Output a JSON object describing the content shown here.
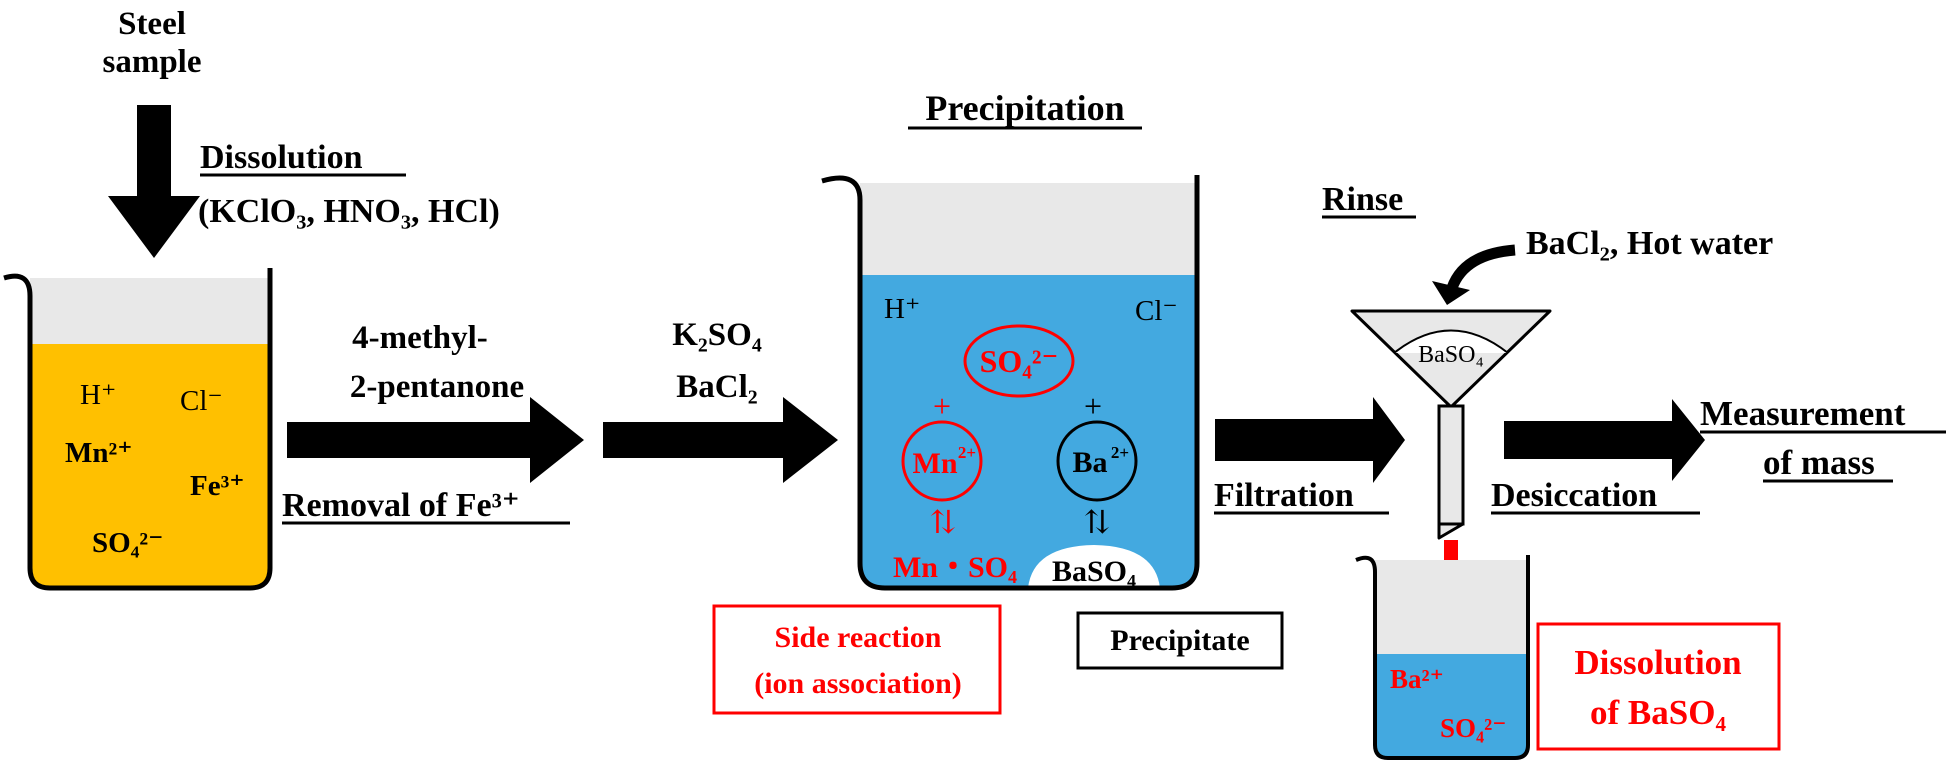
{
  "input": {
    "line1": "Steel",
    "line2": "sample"
  },
  "dissolution": {
    "title": "Dissolution",
    "reagents": "(KClO₃, HNO₃, HCl)"
  },
  "beaker1": {
    "ions": {
      "h": "H⁺",
      "cl": "Cl⁻",
      "mn": "Mn²⁺",
      "fe": "Fe³⁺",
      "so4": "SO₄²⁻"
    },
    "liquid_color": "#ffc000"
  },
  "step_removal": {
    "reagent_line1": "4-methyl-",
    "reagent_line2": "2-pentanone",
    "title": "Removal of Fe³⁺"
  },
  "step_add": {
    "line1": "K₂SO₄",
    "line2": "BaCl₂"
  },
  "precipitation": {
    "title": "Precipitation",
    "liquid_color": "#43a9e0",
    "ions": {
      "h": "H⁺",
      "cl": "Cl⁻",
      "so4": "SO₄²⁻",
      "plus": "+",
      "mn_base": "Mn",
      "mn_sup": "2+",
      "ba_base": "Ba",
      "ba_sup": "2+",
      "equilibrium": "⇅",
      "mn_so4": "Mn・SO₄",
      "baso4": "BaSO₄"
    },
    "side_reaction": {
      "line1": "Side reaction",
      "line2": "(ion association)"
    },
    "precipitate_label": "Precipitate"
  },
  "filtration": {
    "title": "Filtration"
  },
  "rinse": {
    "title": "Rinse",
    "reagents": "BaCl₂, Hot water",
    "funnel_label": "BaSO₄"
  },
  "filtrate": {
    "ba": "Ba²⁺",
    "so4": "SO₄²⁻"
  },
  "dissolution_baso4": {
    "line1": "Dissolution",
    "line2": "of BaSO₄"
  },
  "desiccation": {
    "title": "Desiccation"
  },
  "measurement": {
    "line1": "Measurement",
    "line2": "of mass"
  },
  "colors": {
    "accent_red": "#ff0000",
    "blue_liquid": "#43a9e0",
    "yellow_liquid": "#ffc000",
    "glass": "#e8e8e8"
  }
}
